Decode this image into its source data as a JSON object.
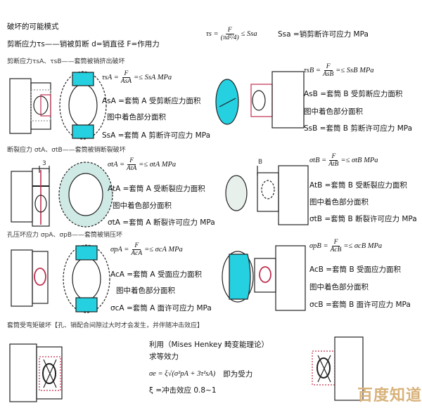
{
  "title": "破坏的可能模式",
  "pin_shear": {
    "line": "剪断应力τs——销被剪断  d=销直径   F=作用力",
    "formula": {
      "lhs": "τs =",
      "num": "F",
      "den": "(πd²/4)",
      "rhs": "≤ Ssa"
    },
    "note": "Ssa =销剪断许可应力 MPa"
  },
  "sec1": {
    "header": "剪断应力τsA、τsB——套筒被销挤出破坏",
    "A": {
      "formula": {
        "lhs": "τsA =",
        "num": "F",
        "den": "AsA",
        "rhs": "=≤ SsA MPa"
      },
      "area": "AsA =套筒 A 受剪断应力面积",
      "shaded": "图中着色部分面积",
      "allow": "SsA =套筒 A 剪断许可应力 MPa"
    },
    "B": {
      "formula": {
        "lhs": "τsB =",
        "num": "F",
        "den": "AsB",
        "rhs": "=≤ SsB MPa"
      },
      "area": "AsB =套筒 B 受剪断应力面积",
      "shaded": "图中着色部分面积",
      "allow": "SsB =套筒 B 剪断许可应力 MPa"
    }
  },
  "sec2": {
    "header": "断裂应力 σtA、σtB——套筒被销断裂破坏",
    "dim_A": "3",
    "dim_B": "B",
    "A": {
      "formula": {
        "lhs": "σtA =",
        "num": "F",
        "den": "AtA",
        "rhs": "=≤ σtA MPa"
      },
      "area": "AtA =套筒 A 受断裂应力面积",
      "shaded": "图中着色部分面积",
      "allow": "σtA =套筒 A 断裂许可应力 MPa"
    },
    "B": {
      "formula": {
        "lhs": "σtB =",
        "num": "F",
        "den": "AtB",
        "rhs": "=≤ σtB MPa"
      },
      "area": "AtB =套筒 B 受断裂应力面积",
      "shaded": "图中着色部分面积",
      "allow": "σtB =套筒 B 断裂许可应力 MPa"
    }
  },
  "sec3": {
    "header": "孔压坏应力 σpA、σpB——套筒被销压坏",
    "A": {
      "formula": {
        "lhs": "σpA =",
        "num": "F",
        "den": "AcA",
        "rhs": "=≤ σcA MPa"
      },
      "area": "AcA =套筒 A 受面应力面积",
      "shaded": "图中着色部分面积",
      "allow": "σcA =套筒 A 面许可应力 MPa"
    },
    "B": {
      "formula": {
        "lhs": "σpB =",
        "num": "F",
        "den": "AcB",
        "rhs": "=≤ σcB MPa"
      },
      "area": "AcB =套筒 B 受面应力面积",
      "shaded": "图中着色部分面积",
      "allow": "σcB =套筒 B 面许可应力 MPa"
    }
  },
  "sec4": {
    "header": "套筒受弯矩破坏【孔、销配合间隙过大时才会发生，并伴随冲击效应】",
    "theory": "利用（Mises Henkey 畸变能理论）",
    "equiv": "求等效力",
    "formula": "σe = ξ√(σ²pA + 3τ²sA)",
    "formula_note": "即为受力",
    "xi": "ξ =冲击效应  0.8~1"
  },
  "watermark": "百度知道",
  "colors": {
    "shade": "#25d0e0",
    "pin": "#c03050",
    "light_shade": "#cfe9e4"
  }
}
